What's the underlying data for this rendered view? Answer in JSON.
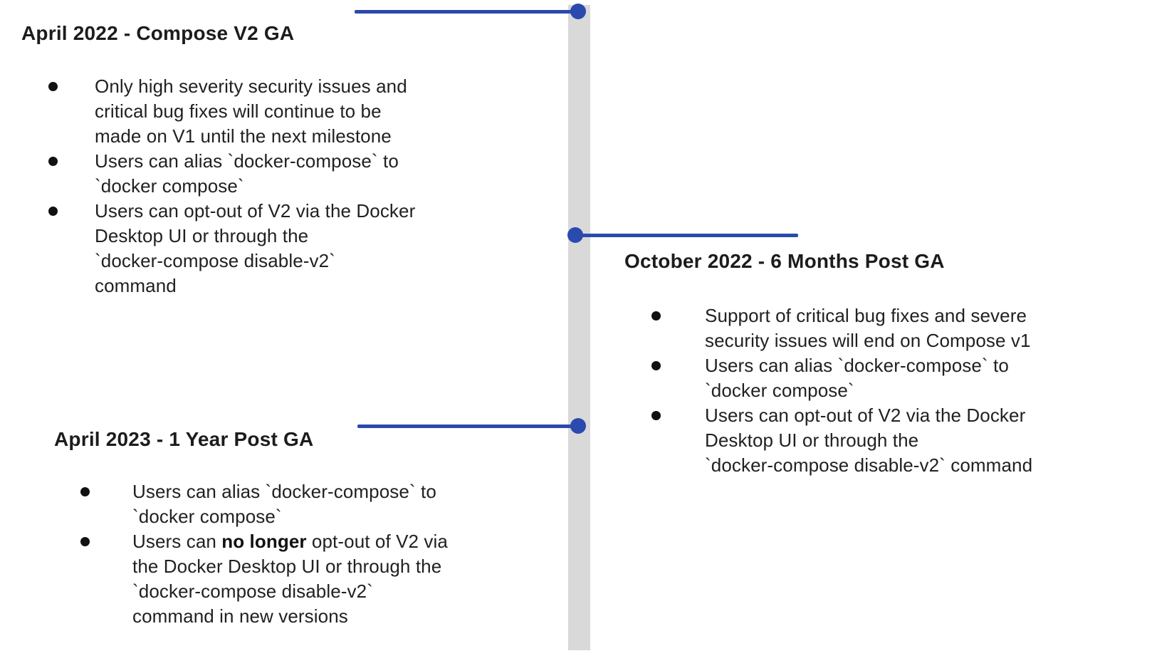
{
  "timeline": {
    "accent_color": "#2b4aad",
    "bar_color": "#d9d9d9",
    "milestones": [
      {
        "id": "april-2022",
        "side": "left",
        "title": "April 2022 - Compose V2 GA",
        "bullets": [
          [
            {
              "t": "Only high severity security issues and"
            },
            {
              "br": true
            },
            {
              "t": "critical bug fixes will continue to be"
            },
            {
              "br": true
            },
            {
              "t": "made on V1 until the next milestone"
            }
          ],
          [
            {
              "t": "Users can alias `docker-compose` to"
            },
            {
              "br": true
            },
            {
              "t": "`docker compose`"
            }
          ],
          [
            {
              "t": "Users can opt-out of V2 via the Docker"
            },
            {
              "br": true
            },
            {
              "t": "Desktop UI or through the"
            },
            {
              "br": true
            },
            {
              "t": "`docker-compose disable-v2`"
            },
            {
              "br": true
            },
            {
              "t": "command"
            }
          ]
        ]
      },
      {
        "id": "october-2022",
        "side": "right",
        "title": "October 2022 - 6 Months Post GA",
        "bullets": [
          [
            {
              "t": "Support of critical bug fixes and severe"
            },
            {
              "br": true
            },
            {
              "t": "security issues will end on Compose v1"
            }
          ],
          [
            {
              "t": "Users can alias `docker-compose` to"
            },
            {
              "br": true
            },
            {
              "t": "`docker compose`"
            }
          ],
          [
            {
              "t": "Users can opt-out of V2 via the Docker"
            },
            {
              "br": true
            },
            {
              "t": "Desktop UI or through the"
            },
            {
              "br": true
            },
            {
              "t": "`docker-compose disable-v2` command"
            }
          ]
        ]
      },
      {
        "id": "april-2023",
        "side": "left",
        "title": "April 2023 - 1 Year Post GA",
        "bullets": [
          [
            {
              "t": "Users can alias `docker-compose` to"
            },
            {
              "br": true
            },
            {
              "t": "`docker compose`"
            }
          ],
          [
            {
              "t": "Users can "
            },
            {
              "t": "no longer",
              "b": true
            },
            {
              "t": " opt-out of V2 via"
            },
            {
              "br": true
            },
            {
              "t": "the Docker Desktop UI or through the"
            },
            {
              "br": true
            },
            {
              "t": "`docker-compose disable-v2`"
            },
            {
              "br": true
            },
            {
              "t": "command in new versions"
            }
          ]
        ]
      }
    ]
  }
}
